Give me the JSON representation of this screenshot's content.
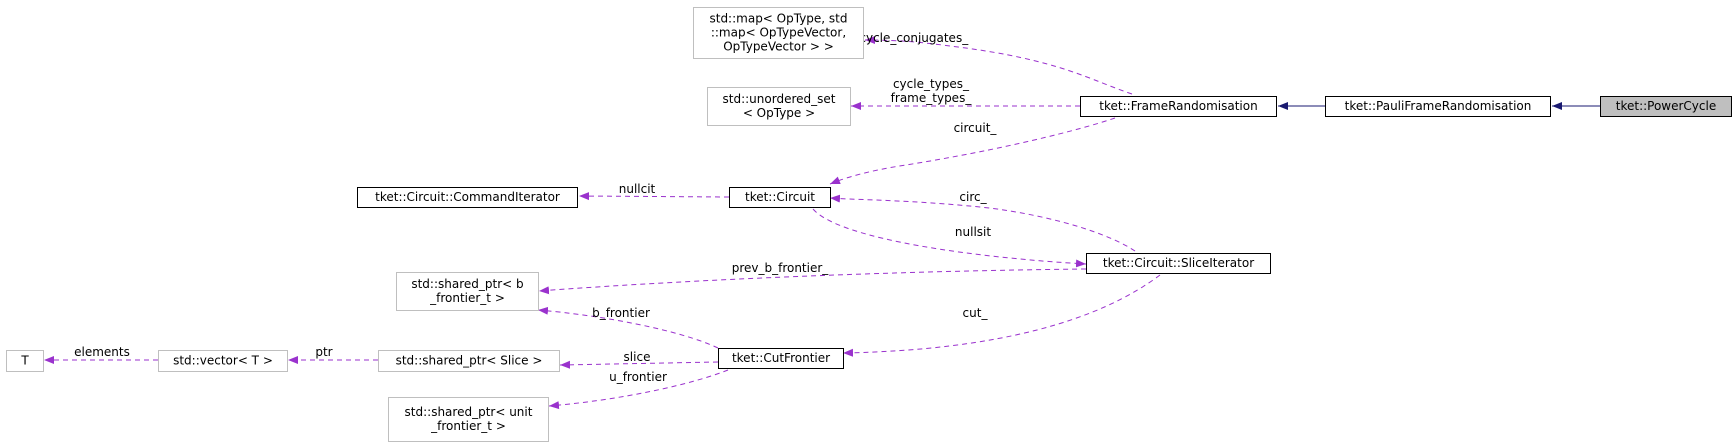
{
  "nodes": {
    "map_optype": {
      "lines": [
        "std::map< OpType, std",
        "::map< OpTypeVector,",
        "OpTypeVector > >"
      ],
      "style": "gray"
    },
    "unordered_set": {
      "lines": [
        "std::unordered_set",
        "< OpType >"
      ],
      "style": "gray"
    },
    "frame_randomisation": {
      "lines": [
        "tket::FrameRandomisation"
      ],
      "style": "black"
    },
    "pauli_frame_randomisation": {
      "lines": [
        "tket::PauliFrameRandomisation"
      ],
      "style": "black"
    },
    "power_cycle": {
      "lines": [
        "tket::PowerCycle"
      ],
      "style": "focus"
    },
    "command_iterator": {
      "lines": [
        "tket::Circuit::CommandIterator"
      ],
      "style": "black"
    },
    "circuit": {
      "lines": [
        "tket::Circuit"
      ],
      "style": "black"
    },
    "slice_iterator": {
      "lines": [
        "tket::Circuit::SliceIterator"
      ],
      "style": "black"
    },
    "shared_ptr_b_frontier": {
      "lines": [
        "std::shared_ptr< b",
        "_frontier_t >"
      ],
      "style": "gray"
    },
    "cut_frontier": {
      "lines": [
        "tket::CutFrontier"
      ],
      "style": "black"
    },
    "T": {
      "lines": [
        "T"
      ],
      "style": "gray"
    },
    "vector_T": {
      "lines": [
        "std::vector< T >"
      ],
      "style": "gray"
    },
    "shared_ptr_slice": {
      "lines": [
        "std::shared_ptr< Slice >"
      ],
      "style": "gray"
    },
    "shared_ptr_unit_frontier": {
      "lines": [
        "std::shared_ptr< unit",
        "_frontier_t >"
      ],
      "style": "gray"
    }
  },
  "edges": {
    "frame_cycle_conjugates": {
      "lines": [
        "frame_cycle_conjugates_"
      ],
      "kind": "member"
    },
    "cycle_frame_types": {
      "lines": [
        "cycle_types_",
        "frame_types_"
      ],
      "kind": "member"
    },
    "circuit_member": {
      "lines": [
        "circuit_"
      ],
      "kind": "member"
    },
    "nullcit": {
      "lines": [
        "nullcit"
      ],
      "kind": "member"
    },
    "circ": {
      "lines": [
        "circ_"
      ],
      "kind": "member"
    },
    "nullsit": {
      "lines": [
        "nullsit"
      ],
      "kind": "member"
    },
    "prev_b_frontier": {
      "lines": [
        "prev_b_frontier_"
      ],
      "kind": "member"
    },
    "cut": {
      "lines": [
        "cut_"
      ],
      "kind": "member"
    },
    "b_frontier": {
      "lines": [
        "b_frontier"
      ],
      "kind": "member"
    },
    "slice": {
      "lines": [
        "slice"
      ],
      "kind": "member"
    },
    "u_frontier": {
      "lines": [
        "u_frontier"
      ],
      "kind": "member"
    },
    "elements": {
      "lines": [
        "elements"
      ],
      "kind": "member"
    },
    "ptr": {
      "lines": [
        "ptr"
      ],
      "kind": "member"
    },
    "inherit_pauli": {
      "lines": [],
      "kind": "inheritance"
    },
    "inherit_power": {
      "lines": [],
      "kind": "inheritance"
    }
  },
  "colors": {
    "member_edge": "#9a32cd",
    "inheritance_edge": "#191970",
    "focus_fill": "#bfbfbf",
    "external_border": "#bfbfbf",
    "documented_border": "#000000"
  }
}
